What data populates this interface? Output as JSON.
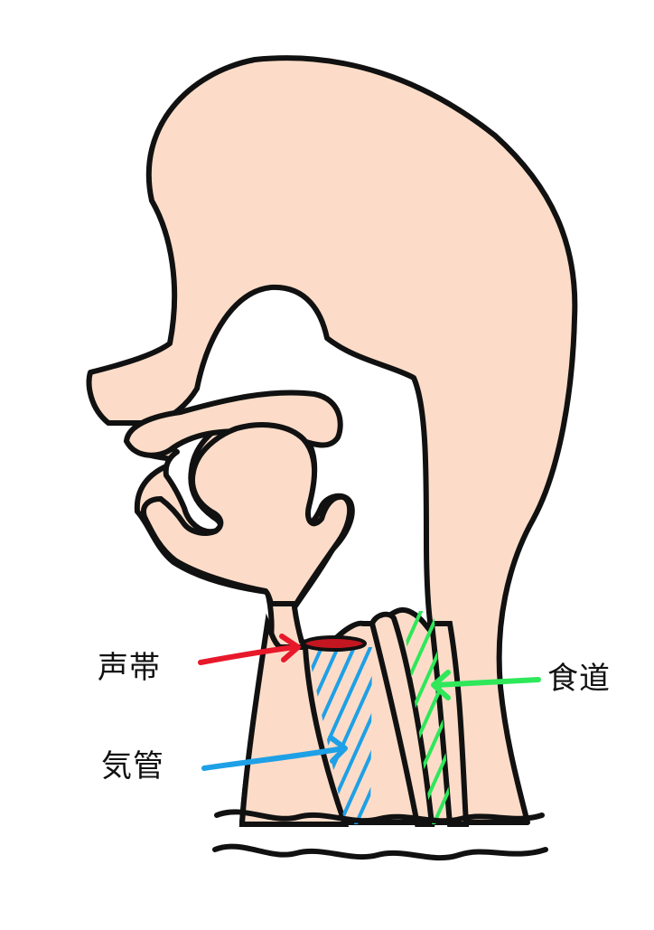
{
  "labels": {
    "vocal_cords": "声帯",
    "trachea": "気管",
    "esophagus": "食道"
  },
  "colors": {
    "skin": "#fcdcc8",
    "outline": "#111111",
    "vocal_cords_arrow": "#e8182b",
    "vocal_cords_fill": "#c41620",
    "trachea_arrow": "#1ea0e6",
    "esophagus_arrow": "#2ee85a"
  }
}
